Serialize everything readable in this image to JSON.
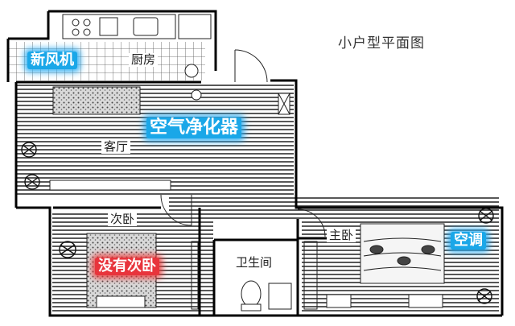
{
  "title": "小户型平面图",
  "rooms": {
    "kitchen": "厨房",
    "living": "客厅",
    "second_bedroom": "次卧",
    "master_bedroom": "主卧",
    "bathroom": "卫生间"
  },
  "annotations": {
    "fresh_air": "新风机",
    "air_purifier": "空气净化器",
    "no_second_bedroom": "没有次卧",
    "air_conditioner": "空调"
  },
  "colors": {
    "wall": "#000000",
    "floor_lines": "#2a2a2a",
    "tag_blue": "#1aa7e8",
    "tag_red": "#e8343c"
  }
}
